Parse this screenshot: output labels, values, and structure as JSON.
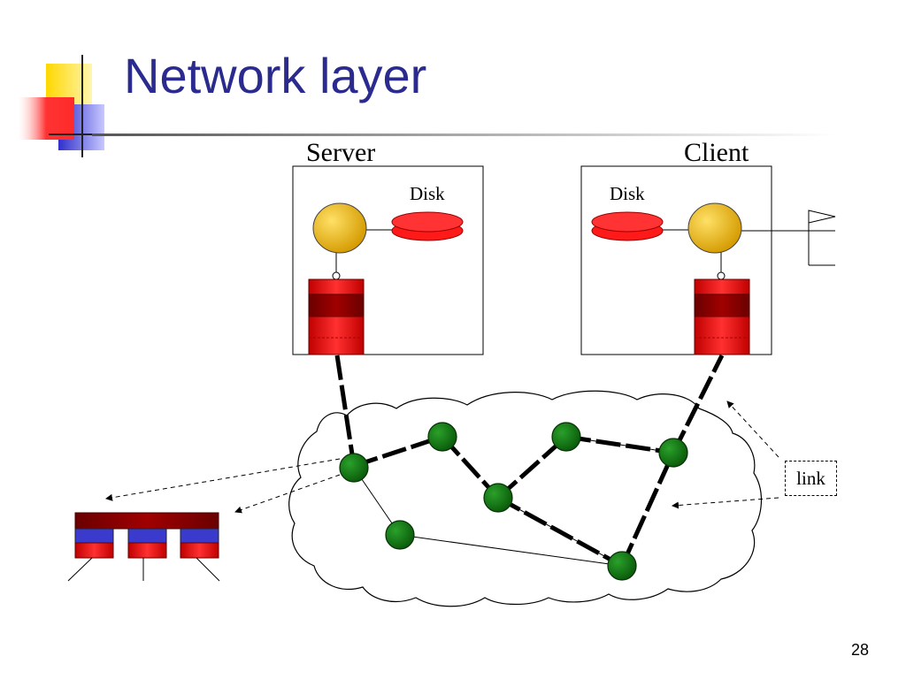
{
  "slide": {
    "title": "Network layer",
    "page_number": "28"
  },
  "labels": {
    "server": "Server",
    "client": "Client",
    "server_disk": "Disk",
    "client_disk": "Disk",
    "link": "link"
  },
  "colors": {
    "title": "#2a2a8f",
    "router": "#0f6e0f",
    "disk": "#ff1a1a",
    "cpu": "#e8b400",
    "stack": "#cc0000",
    "accent_yellow": "#ffd700",
    "accent_blue": "#3a3acc",
    "accent_red": "#ff3333"
  }
}
